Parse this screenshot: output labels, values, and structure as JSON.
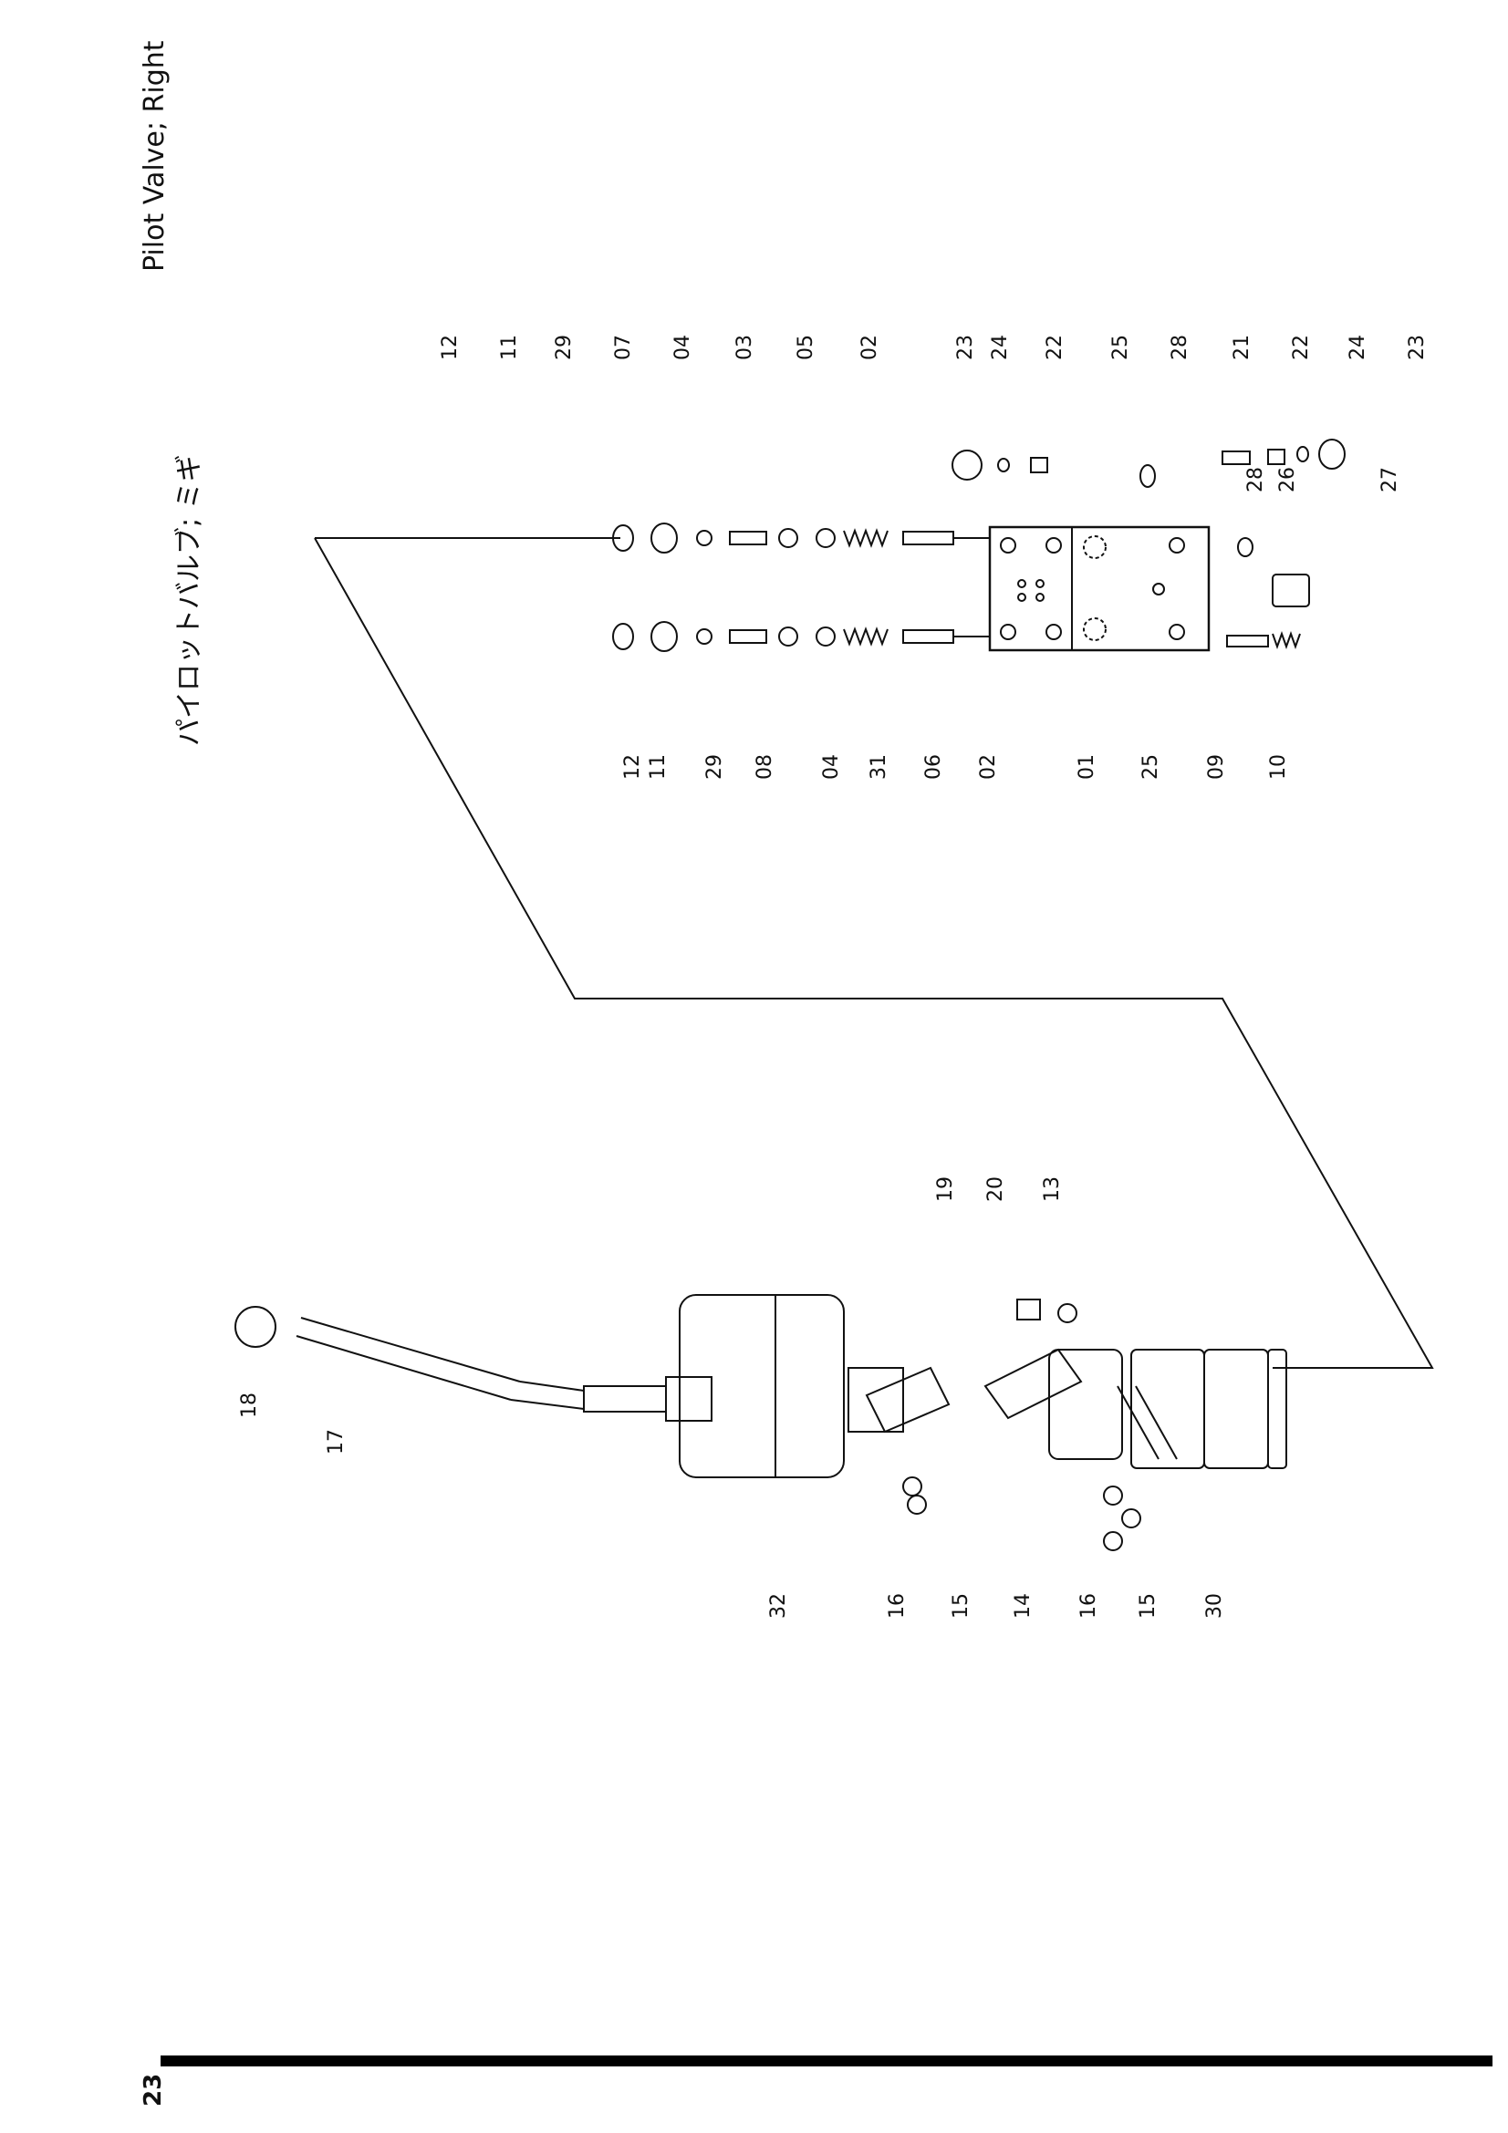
{
  "title_en": "Pilot Valve; Right",
  "title_jp": "パイロットバルブ; ミギ",
  "page_number": "23",
  "callouts": {
    "upper_row": [
      "12",
      "11",
      "29",
      "07",
      "04",
      "03",
      "05",
      "02",
      "23",
      "24",
      "22",
      "25",
      "28",
      "21",
      "22",
      "24",
      "23"
    ],
    "upper_row_inner": [
      "28",
      "26",
      "27"
    ],
    "lower_row": [
      "12",
      "11",
      "29",
      "08",
      "04",
      "31",
      "06",
      "02",
      "01",
      "25",
      "09",
      "10"
    ],
    "lever_group_upper": [
      "19",
      "20",
      "13"
    ],
    "lever_group_lower": [
      "18",
      "17",
      "32",
      "16",
      "15",
      "14",
      "16",
      "15",
      "30"
    ]
  }
}
